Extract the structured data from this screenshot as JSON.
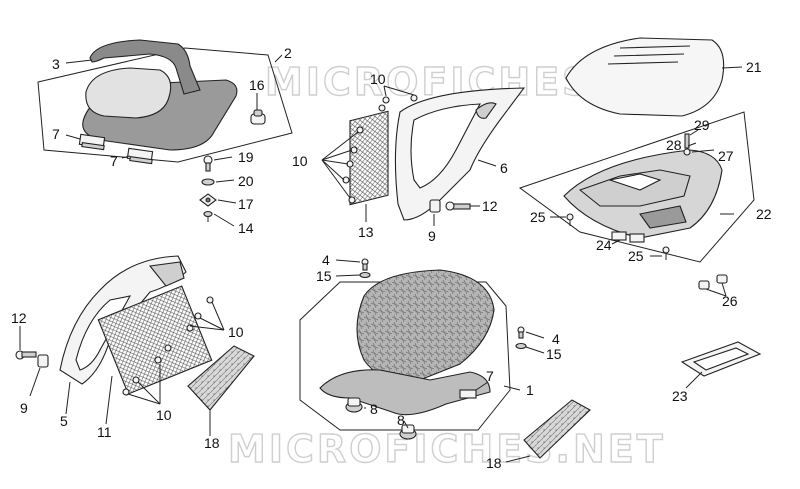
{
  "watermark": "MICROFICHES.NET",
  "labels": {
    "l1": "1",
    "l2": "2",
    "l3": "3",
    "l4a": "4",
    "l4b": "4",
    "l5": "5",
    "l6": "6",
    "l7a": "7",
    "l7b": "7",
    "l7c": "7",
    "l8a": "8",
    "l8b": "8",
    "l9a": "9",
    "l9b": "9",
    "l10a": "10",
    "l10b": "10",
    "l10c": "10",
    "l10d": "10",
    "l11": "11",
    "l12a": "12",
    "l12b": "12",
    "l13": "13",
    "l14": "14",
    "l15a": "15",
    "l15b": "15",
    "l16": "16",
    "l17": "17",
    "l18a": "18",
    "l18b": "18",
    "l19": "19",
    "l20": "20",
    "l21": "21",
    "l22": "22",
    "l23": "23",
    "l24": "24",
    "l25a": "25",
    "l25b": "25",
    "l26": "26",
    "l27": "27",
    "l28": "28",
    "l29": "29"
  }
}
